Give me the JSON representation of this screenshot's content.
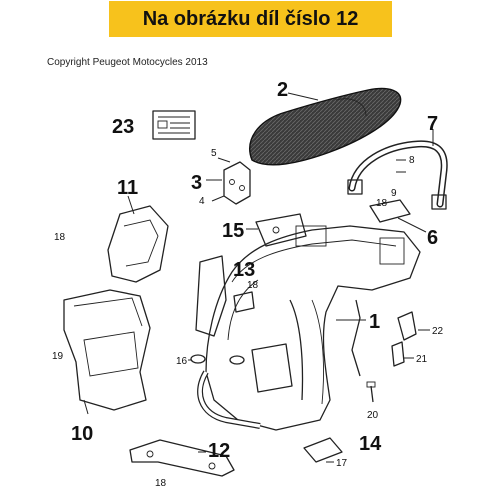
{
  "banner": "Na obrázku díl číslo 12",
  "copyright": "Copyright Peugeot Motocycles 2013",
  "callouts_big": {
    "p1": "1",
    "p2": "2",
    "p3": "3",
    "p6": "6",
    "p7": "7",
    "p10": "10",
    "p11": "11",
    "p12": "12",
    "p13": "13",
    "p14": "14",
    "p15": "15",
    "p23": "23"
  },
  "callouts_small": {
    "s4": "4",
    "s5": "5",
    "s8": "8",
    "s9": "9",
    "s16": "16",
    "s17": "17",
    "s18a": "18",
    "s18b": "18",
    "s18c": "18",
    "s18d": "18",
    "s19": "19",
    "s20": "20",
    "s21": "21",
    "s22": "22"
  },
  "colors": {
    "banner": "#f7c21c",
    "ink": "#222222",
    "seat": "#2e2e2e"
  }
}
